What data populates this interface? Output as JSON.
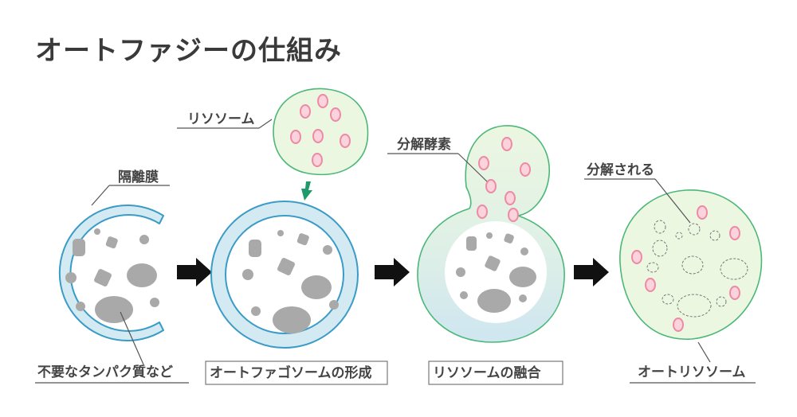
{
  "title": "オートファジーの仕組み",
  "labels": {
    "isolation_membrane": "隔離膜",
    "unneeded_proteins": "不要なタンパク質など",
    "autophagosome_formation": "オートファゴソームの形成",
    "lysosome": "リソソーム",
    "digestive_enzymes": "分解酵素",
    "lysosome_fusion": "リソソームの融合",
    "degraded": "分解される",
    "autolysosome": "オートリソソーム"
  },
  "colors": {
    "membrane_fill": "#d4eaf3",
    "membrane_stroke": "#3a9cc6",
    "lysosome_fill": "#ecf7e2",
    "lysosome_stroke": "#4bb877",
    "enzyme_fill": "#fbd3dd",
    "enzyme_stroke": "#ee8aa3",
    "cargo_fill": "#a9a9a9",
    "arrow": "#111111",
    "green_arrow": "#1f9a6a"
  }
}
